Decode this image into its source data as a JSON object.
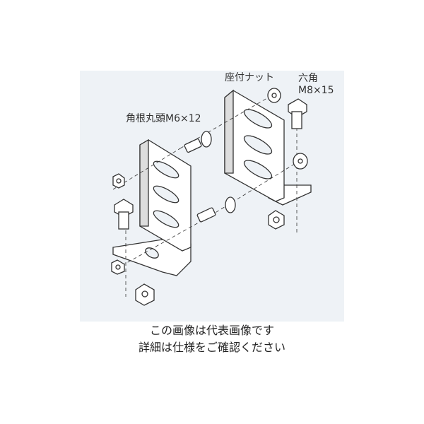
{
  "labels": {
    "flange_nut": "座付ナット",
    "hex_bolt_line1": "六角",
    "hex_bolt_line2": "M8×15",
    "carriage_bolt": "角根丸頭M6×12"
  },
  "caption": {
    "line1": "この画像は代表画像です",
    "line2": "詳細は仕様をご確認ください"
  },
  "colors": {
    "panel_bg": "#eef2f6",
    "line": "#333333"
  }
}
